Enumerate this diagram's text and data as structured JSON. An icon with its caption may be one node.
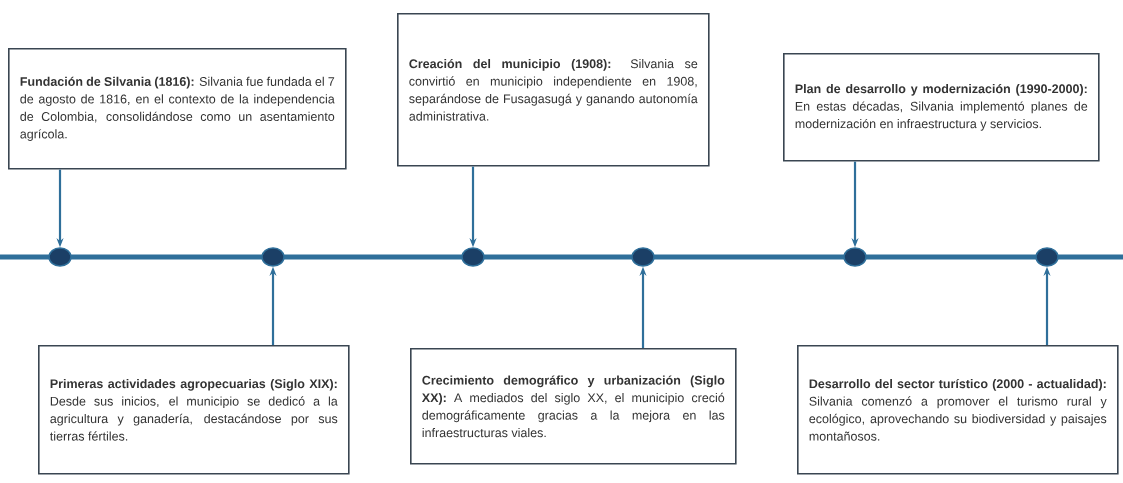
{
  "diagram": {
    "nodes": [
      {
        "text": [
          "Fundación de Silvania (1816):",
          "Silvania fue fundada el 7 de agosto de 1816, en el contexto de la independencia de Colombia, consolidándose como un asentamiento agrícola."
        ]
      },
      {
        "text": [
          "Primeras actividades agropecuarias (Siglo XIX):",
          "Desde sus inicios, el municipio se dedicó a la agricultura y ganadería, destacándose por sus tierras fértiles."
        ]
      },
      {
        "text": [
          "Creación del municipio (1908):",
          "Silvania se convirtió en municipio independiente en 1908, separándose de Fusagasugá y ganando autonomía administrativa."
        ]
      },
      {
        "text": [
          "Crecimiento demográfico y urbanización (Siglo XX):",
          "A mediados del siglo XX, el municipio creció demográficamente gracias a la mejora en las infraestructuras viales."
        ]
      },
      {
        "text": [
          "Plan de desarrollo y modernización (1990-2000):",
          "En estas décadas, Silvania implementó planes de modernización en infraestructura y servicios."
        ]
      },
      {
        "text": [
          "Desarrollo del sector turístico (2000 - actualidad):",
          "Silvania comenzó a promover el turismo rural y ecológico, aprovechando su biodiversidad y paisajes montañosos."
        ]
      },
      {
        "text": [],
        "shape": "circle"
      },
      {
        "text": [],
        "shape": "circle"
      },
      {
        "text": [],
        "shape": "circle"
      },
      {
        "text": [],
        "shape": "circle"
      },
      {
        "text": [],
        "shape": "circle"
      },
      {
        "text": [],
        "shape": "circle"
      }
    ],
    "edges": [
      {
        "from": 0,
        "to": 6,
        "arrow": "to"
      },
      {
        "from": 1,
        "to": 7,
        "arrow": "to"
      },
      {
        "from": 2,
        "to": 8,
        "arrow": "to"
      },
      {
        "from": 3,
        "to": 9,
        "arrow": "to"
      },
      {
        "from": 4,
        "to": 10,
        "arrow": "to"
      },
      {
        "from": 5,
        "to": 11,
        "arrow": "to"
      }
    ]
  }
}
